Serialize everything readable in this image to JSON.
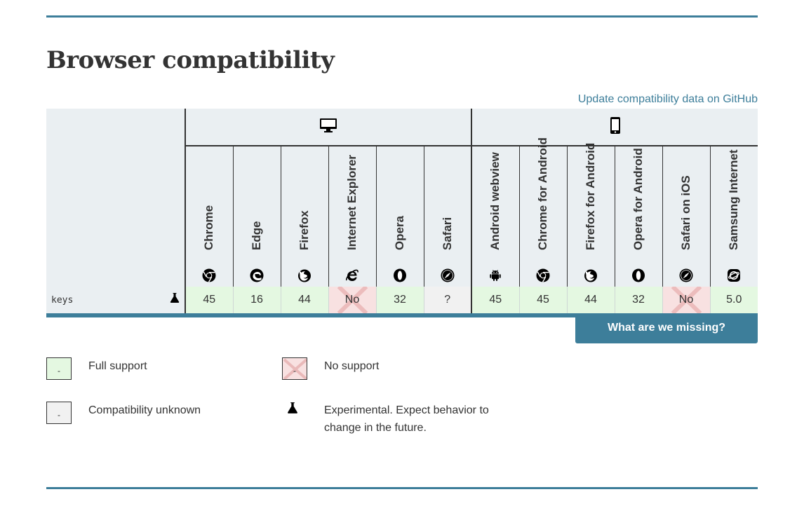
{
  "page": {
    "heading": "Browser compatibility",
    "github_link": "Update compatibility data on GitHub",
    "missing_button": "What are we missing?"
  },
  "platforms": [
    {
      "name": "desktop",
      "icon": "desktop-icon"
    },
    {
      "name": "mobile",
      "icon": "mobile-icon"
    }
  ],
  "browsers": [
    {
      "name": "Chrome",
      "icon": "chrome-icon"
    },
    {
      "name": "Edge",
      "icon": "edge-icon"
    },
    {
      "name": "Firefox",
      "icon": "firefox-icon"
    },
    {
      "name": "Internet Explorer",
      "icon": "ie-icon"
    },
    {
      "name": "Opera",
      "icon": "opera-icon"
    },
    {
      "name": "Safari",
      "icon": "safari-icon"
    },
    {
      "name": "Android webview",
      "icon": "android-icon"
    },
    {
      "name": "Chrome for Android",
      "icon": "chrome-icon"
    },
    {
      "name": "Firefox for Android",
      "icon": "firefox-icon"
    },
    {
      "name": "Opera for Android",
      "icon": "opera-icon"
    },
    {
      "name": "Safari on iOS",
      "icon": "safari-icon"
    },
    {
      "name": "Samsung Internet",
      "icon": "samsung-icon"
    }
  ],
  "feature": {
    "name": "keys",
    "experimental_icon": "flask-icon",
    "support": [
      {
        "value": "45",
        "status": "full"
      },
      {
        "value": "16",
        "status": "full"
      },
      {
        "value": "44",
        "status": "full"
      },
      {
        "value": "No",
        "status": "none"
      },
      {
        "value": "32",
        "status": "full"
      },
      {
        "value": "?",
        "status": "unknown"
      },
      {
        "value": "45",
        "status": "full"
      },
      {
        "value": "45",
        "status": "full"
      },
      {
        "value": "44",
        "status": "full"
      },
      {
        "value": "32",
        "status": "full"
      },
      {
        "value": "No",
        "status": "none"
      },
      {
        "value": "5.0",
        "status": "full"
      }
    ]
  },
  "legend": {
    "full_support": "Full support",
    "no_support": "No support",
    "unknown": "Compatibility unknown",
    "experimental": "Experimental. Expect behavior to change in the future.",
    "swatch_mark": "-"
  },
  "colors": {
    "accent": "#3d7e9a",
    "full": "#e4f8e1",
    "none": "#f8e1e1",
    "unknown": "#f1f1f1",
    "header_bg": "#eaeff2"
  }
}
